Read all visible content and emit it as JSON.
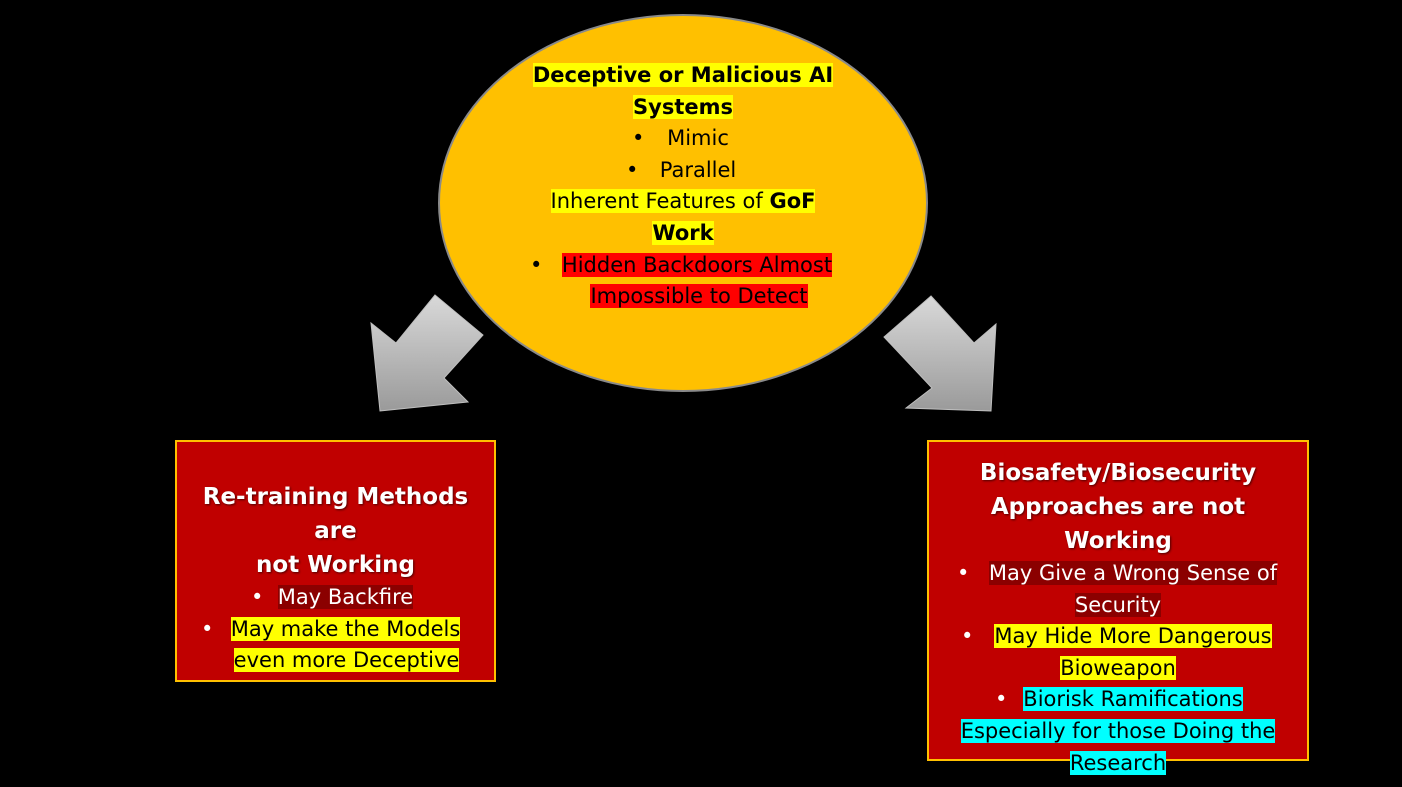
{
  "top": {
    "title": "Deceptive or Malicious AI Systems",
    "title_line1": "Deceptive or Malicious AI",
    "title_line2": "Systems",
    "bullets": [
      "Mimic",
      "Parallel"
    ],
    "features_line1_prefix": "Inherent Features of ",
    "features_line1_bold": "GoF",
    "features_line2": "Work",
    "hidden_line1": "Hidden Backdoors Almost",
    "hidden_line2": "Impossible to Detect"
  },
  "left": {
    "title_line1": "Re-training Methods are",
    "title_line2": "not Working",
    "bullet1": "May Backfire",
    "bullet2_line1": "May make the Models",
    "bullet2_line2": "even more Deceptive"
  },
  "right": {
    "title_line1": "Biosafety/Biosecurity",
    "title_line2": "Approaches are not Working",
    "bullet1_line1": "May Give a Wrong Sense of",
    "bullet1_line2": "Security",
    "bullet2_line1": "May Hide More Dangerous",
    "bullet2_line2": "Bioweapon",
    "bullet3_line1": "Biorisk Ramifications",
    "bullet3_line2": "Especially for those Doing the",
    "bullet3_line3": "Research"
  },
  "colors": {
    "ellipse": "#FFC000",
    "box": "#C00000",
    "arrow": "#A6A6A6"
  },
  "bullet_glyph": "•"
}
